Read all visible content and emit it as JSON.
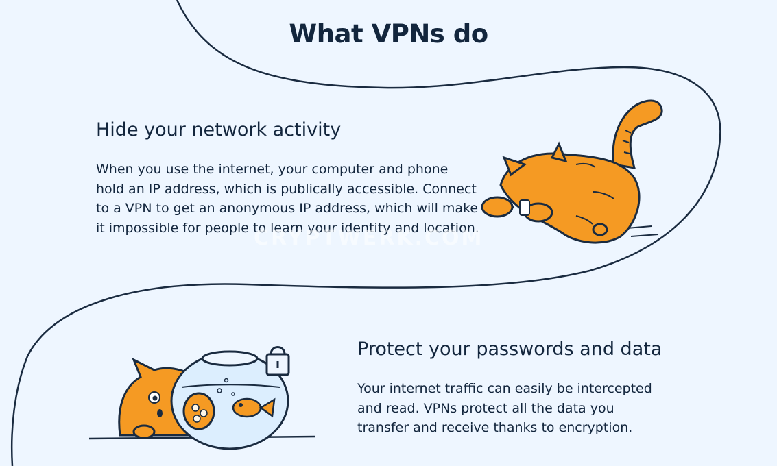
{
  "title": "What VPNs do",
  "sections": [
    {
      "heading": "Hide your network activity",
      "text": "When you use the internet, your computer and phone hold an IP address, which is publically accessible. Connect to a VPN to get an anonymous IP address, which will make it impossible for people to learn your identity and location.",
      "illustration": "cat-crouching-icon"
    },
    {
      "heading": "Protect your passwords and data",
      "text": "Your internet traffic can easily be intercepted and read. VPNs protect all the data you transfer and receive thanks to encryption.",
      "illustration": "cat-goldfish-bowl-lock-icon"
    }
  ],
  "watermark": "CRYPTWERK.COM",
  "colors": {
    "background": "#eef6ff",
    "text": "#13263d",
    "accent_orange": "#f59a23"
  }
}
